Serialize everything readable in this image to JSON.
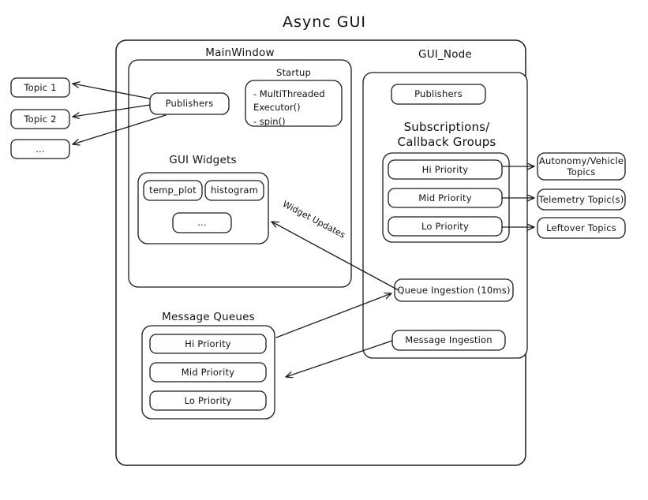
{
  "diagram": {
    "title": "Async  GUI",
    "style": {
      "stroke": "#1a1a1a",
      "fill": "#ffffff",
      "background": "#ffffff"
    }
  },
  "external_topics": {
    "items": [
      {
        "label": "Topic 1"
      },
      {
        "label": "Topic 2"
      },
      {
        "label": "..."
      }
    ]
  },
  "outer_container": {
    "name": "async-gui-container"
  },
  "main_window": {
    "title": "MainWindow",
    "publishers": {
      "label": "Publishers"
    },
    "startup": {
      "title": "Startup",
      "lines": "-  MultiThreaded\n   Executor()\n-  spin()"
    },
    "gui_widgets": {
      "title": "GUI Widgets",
      "widgets": [
        {
          "label": "temp_plot"
        },
        {
          "label": "histogram"
        },
        {
          "label": "..."
        }
      ]
    }
  },
  "gui_node": {
    "title": "GUI_Node",
    "publishers": {
      "label": "Publishers"
    },
    "subscriptions": {
      "title": "Subscriptions/\nCallback Groups",
      "groups": [
        {
          "label": "Hi Priority"
        },
        {
          "label": "Mid Priority"
        },
        {
          "label": "Lo Priority"
        }
      ]
    },
    "queue_ingestion": {
      "label": "Queue Ingestion (10ms)"
    },
    "message_ingestion": {
      "label": "Message Ingestion"
    }
  },
  "message_queues": {
    "title": "Message Queues",
    "queues": [
      {
        "label": "Hi Priority"
      },
      {
        "label": "Mid Priority"
      },
      {
        "label": "Lo Priority"
      }
    ]
  },
  "ros_topics": {
    "items": [
      {
        "label": "Autonomy/Vehicle\nTopics"
      },
      {
        "label": "Telemetry Topic(s)"
      },
      {
        "label": "Leftover Topics"
      }
    ]
  },
  "edges": {
    "widget_updates": {
      "label": "Widget Updates"
    }
  }
}
